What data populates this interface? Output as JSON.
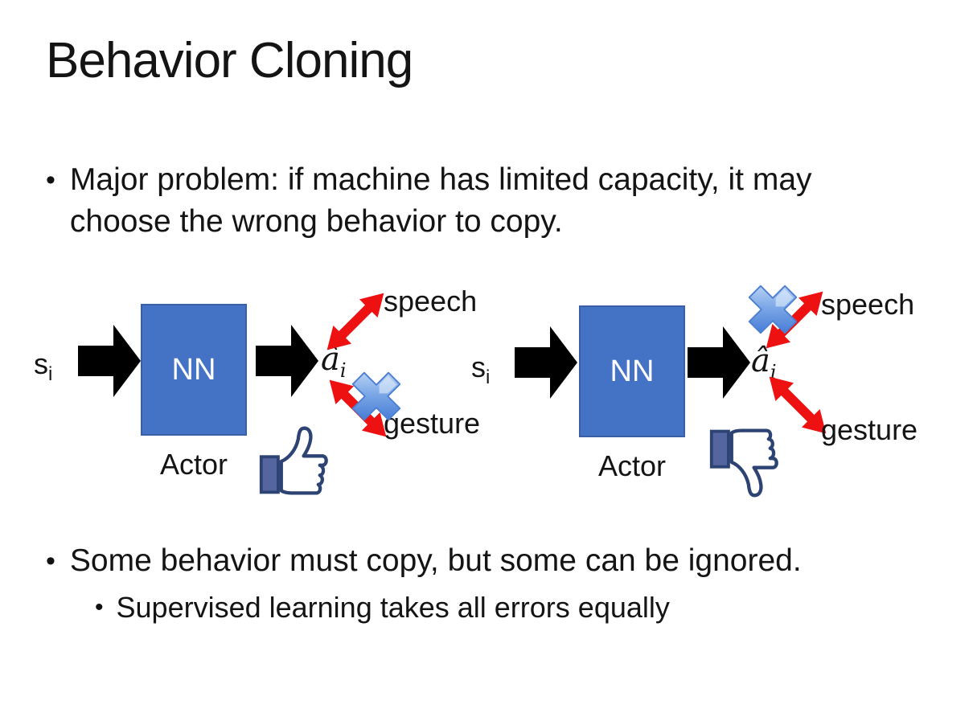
{
  "slide": {
    "title": "Behavior Cloning",
    "bullet_glyph": "•",
    "bullet_main_1": "Major problem: if machine has limited capacity, it may choose the wrong behavior to copy.",
    "bullet_main_2": "Some behavior must copy, but some can be ignored.",
    "bullet_sub_1": "Supervised learning takes all errors equally"
  },
  "diagram": {
    "left": {
      "input_base": "s",
      "input_sub": "i",
      "nn_label": "NN",
      "actor_label": "Actor",
      "output_base": "â",
      "output_sub": "i",
      "speech_label": "speech",
      "gesture_label": "gesture",
      "crossed_out_action": "gesture",
      "feedback_icon": "thumbs-up"
    },
    "right": {
      "input_base": "s",
      "input_sub": "i",
      "nn_label": "NN",
      "actor_label": "Actor",
      "output_base": "â",
      "output_sub": "i",
      "speech_label": "speech",
      "gesture_label": "gesture",
      "crossed_out_action": "speech",
      "feedback_icon": "thumbs-down"
    }
  },
  "colors": {
    "background": "#FFFFFF",
    "text": "#141414",
    "nn_box_fill": "#4472C4",
    "nn_box_border": "#3B5FA4",
    "block_arrow_black": "#000000",
    "relation_arrow_red": "#EE1111",
    "cross_blue_light": "#D8EAFB",
    "cross_blue_dark": "#2E69CE",
    "thumb_outline_navy": "#2D4373",
    "thumb_cuff_blue": "#54659F"
  }
}
